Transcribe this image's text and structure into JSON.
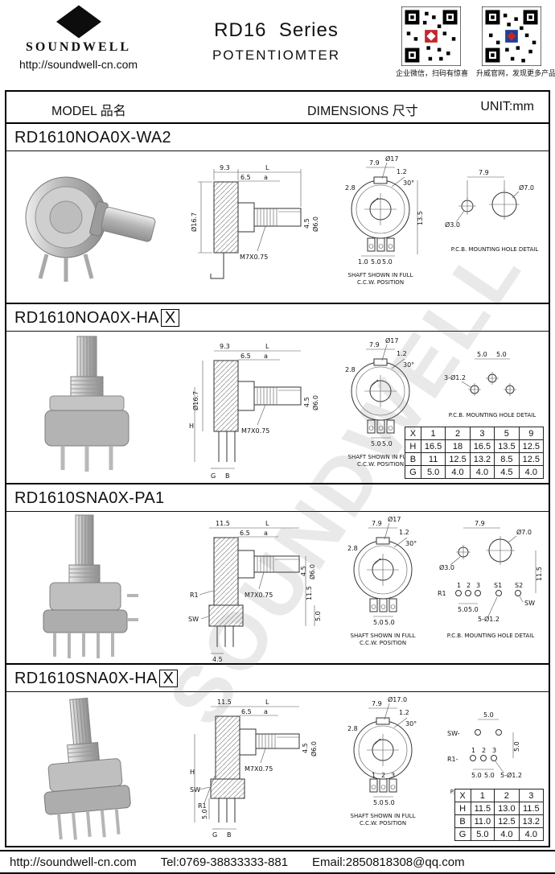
{
  "header": {
    "company": "SOUNDWELL",
    "logo_letter": "S",
    "website": "http://soundwell-cn.com",
    "series_title": "RD16  Series",
    "subtitle": "POTENTIOMTER",
    "qr_captions": [
      "企业微信，扫码有惊喜",
      "升威官网，发现更多产品"
    ]
  },
  "columns": {
    "model": "MODEL 品名",
    "dimensions": "DIMENSIONS 尺寸",
    "unit": "UNIT:mm"
  },
  "watermark": "SOUNDWELL",
  "footer": {
    "website": "http://soundwell-cn.com",
    "tel": "Tel:0769-38833333-881",
    "email": "Email:2850818308@qq.com"
  },
  "rows": [
    {
      "model": "RD1610NOA0X-WA2",
      "boxed": "",
      "side": {
        "d1": "9.3",
        "len": "L",
        "d2": "6.5",
        "d3": "a",
        "dia_body": "Ø16.7",
        "d4": "4.5",
        "dia_shaft": "Ø6.0",
        "thread": "M7X0.75"
      },
      "front": {
        "dia": "Ø17",
        "w1": "7.9",
        "w2": "1.2",
        "angle": "30°",
        "h1": "2.8",
        "h2": "13.5",
        "b1": "1.0",
        "b2": "5.0",
        "b3": "5.0",
        "caption1": "SHAFT SHOWN IN FULL",
        "caption2": "C.C.W. POSITION"
      },
      "pcb": {
        "d1": "7.9",
        "small": "Ø3.0",
        "big": "Ø7.0",
        "caption": "P.C.B. MOUNTING HOLE DETAIL"
      }
    },
    {
      "model": "RD1610NOA0X-HA",
      "boxed": "X",
      "side": {
        "d1": "9.3",
        "len": "L",
        "d2": "6.5",
        "d3": "a",
        "dia_body": "Ø16.7",
        "d4": "4.5",
        "dia_shaft": "Ø6.0",
        "thread": "M7X0.75",
        "h": "H",
        "g": "G",
        "b": "B"
      },
      "front": {
        "dia": "Ø17",
        "w1": "7.9",
        "w2": "1.2",
        "angle": "30°",
        "h1": "2.8",
        "b2": "5.0",
        "b3": "5.0",
        "caption1": "SHAFT SHOWN IN FULL",
        "caption2": "C.C.W. POSITION"
      },
      "pcb": {
        "holes": "3-Ø1.2",
        "s1": "5.0",
        "s2": "5.0",
        "caption": "P.C.B. MOUNTING HOLE DETAIL"
      },
      "table": [
        [
          "X",
          "1",
          "2",
          "3",
          "5",
          "9"
        ],
        [
          "H",
          "16.5",
          "18",
          "16.5",
          "13.5",
          "12.5"
        ],
        [
          "B",
          "11",
          "12.5",
          "13.2",
          "8.5",
          "12.5"
        ],
        [
          "G",
          "5.0",
          "4.0",
          "4.0",
          "4.5",
          "4.0"
        ]
      ]
    },
    {
      "model": "RD1610SNA0X-PA1",
      "boxed": "",
      "side": {
        "d1": "11.5",
        "len": "L",
        "d2": "6.5",
        "d3": "a",
        "d4": "4.5",
        "dia_shaft": "Ø6.0",
        "thread": "M7X0.75",
        "r1": "R1",
        "sw": "SW",
        "v1": "11.5",
        "v2": "5.0",
        "bottom": "4.5"
      },
      "front": {
        "dia": "Ø17",
        "w1": "7.9",
        "w2": "1.2",
        "angle": "30°",
        "h1": "2.8",
        "b2": "5.0",
        "b3": "5.0",
        "caption1": "SHAFT SHOWN IN FULL",
        "caption2": "C.C.W. POSITION"
      },
      "pcb": {
        "d1": "7.9",
        "small": "Ø3.0",
        "big": "Ø7.0",
        "r1": "R1",
        "p1": "1",
        "p2": "2",
        "p3": "3",
        "s1": "S1",
        "s2": "S2",
        "sw": "SW",
        "sp1": "5.0",
        "sp2": "5.0",
        "holes": "5-Ø1.2",
        "v1": "11.5",
        "caption": "P.C.B. MOUNTING HOLE DETAIL"
      }
    },
    {
      "model": "RD1610SNA0X-HA",
      "boxed": "X",
      "side": {
        "d1": "11.5",
        "len": "L",
        "d2": "6.5",
        "d3": "a",
        "d4": "4.5",
        "dia_shaft": "Ø6.0",
        "thread": "M7X0.75",
        "h": "H",
        "sw": "SW",
        "r1": "R1",
        "v1": "5.0",
        "g": "G",
        "b": "B"
      },
      "front": {
        "dia": "Ø17.0",
        "w1": "7.9",
        "w2": "1.2",
        "angle": "30°",
        "h1": "2.8",
        "t1": "1",
        "t2": "2",
        "t3": "3",
        "b2": "5.0",
        "b3": "5.0",
        "caption1": "SHAFT SHOWN IN FULL",
        "caption2": "C.C.W. POSITION"
      },
      "pcb": {
        "sw": "SW-",
        "r1": "R1-",
        "p1": "1",
        "p2": "2",
        "p3": "3",
        "top": "5.0",
        "sp1": "5.0",
        "sp2": "5.0",
        "v1": "5.0",
        "holes": "5-Ø1.2",
        "caption": "P.C.B. MOUNTING HOLE DETAIL"
      },
      "table": [
        [
          "X",
          "1",
          "2",
          "3"
        ],
        [
          "H",
          "11.5",
          "13.0",
          "11.5"
        ],
        [
          "B",
          "11.0",
          "12.5",
          "13.2"
        ],
        [
          "G",
          "5.0",
          "4.0",
          "4.0"
        ]
      ]
    }
  ]
}
